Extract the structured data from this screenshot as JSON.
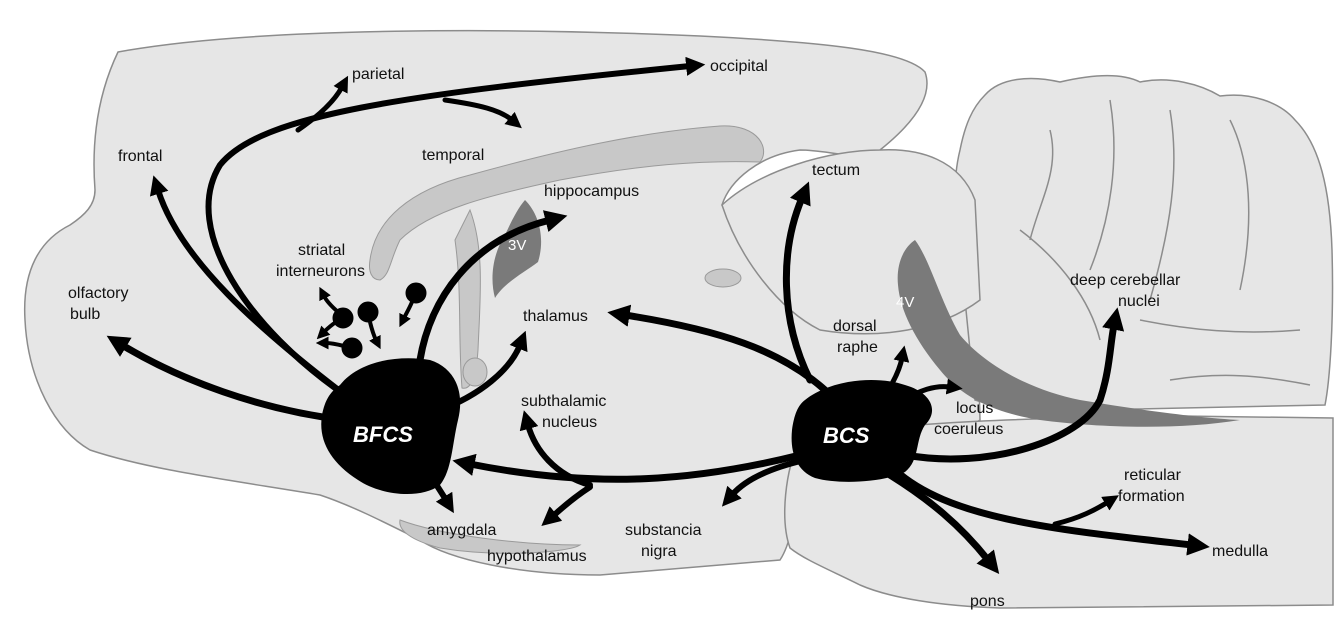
{
  "colors": {
    "tissue": "#e6e6e6",
    "outline": "#8c8c8c",
    "light_structure": "#c8c8c8",
    "ventricle": "#7a7a7a",
    "projection": "#000000",
    "center_label": "#ffffff"
  },
  "centers": {
    "bfcs": "BFCS",
    "bcs": "BCS"
  },
  "ventricles": {
    "third": "3V",
    "fourth": "4V"
  },
  "labels": {
    "parietal": "parietal",
    "occipital": "occipital",
    "frontal": "frontal",
    "temporal": "temporal",
    "hippocampus": "hippocampus",
    "tectum": "tectum",
    "striatal": [
      "striatal",
      "interneurons"
    ],
    "olfactory": [
      "olfactory",
      "bulb"
    ],
    "thalamus": "thalamus",
    "deep_cerebellar": [
      "deep cerebellar",
      "nuclei"
    ],
    "dorsal_raphe": [
      "dorsal",
      "raphe"
    ],
    "subthalamic": [
      "subthalamic",
      "nucleus"
    ],
    "locus_coeruleus": [
      "locus",
      "coeruleus"
    ],
    "reticular": [
      "reticular",
      "formation"
    ],
    "amygdala": "amygdala",
    "hypothalamus": "hypothalamus",
    "substancia_nigra": [
      "substancia",
      "nigra"
    ],
    "medulla": "medulla",
    "pons": "pons"
  }
}
